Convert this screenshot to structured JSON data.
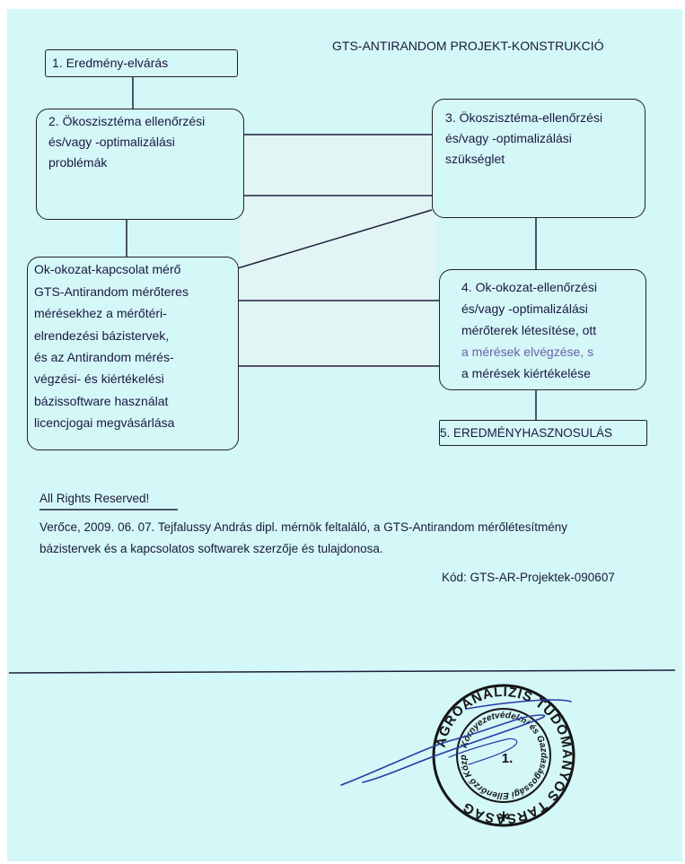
{
  "header": {
    "title": "GTS-ANTIRANDOM PROJEKT-KONSTRUKCIÓ"
  },
  "diagram": {
    "box1": "1. Eredmény-elvárás",
    "box2": [
      "2. Ökoszisztéma ellenőrzési",
      "és/vagy -optimalizálási",
      "problémák"
    ],
    "box3": [
      "3. Ökoszisztéma-ellenőrzési",
      "és/vagy -optimalizálási",
      "szükséglet"
    ],
    "box_center": [
      "Ok-okozat-kapcsolat mérő",
      "GTS-Antirandom mérőteres",
      "mérésekhez a mérőtéri-",
      "elrendezési bázistervek,",
      "és az Antirandom mérés-",
      "végzési- és kiértékelési",
      "bázissoftware használat",
      "licencjogai megvásárlása"
    ],
    "box4": [
      "4. Ok-okozat-ellenőrzési",
      "és/vagy -optimalizálási",
      "mérőterek létesítése, ott",
      "a mérések elvégzése,  s",
      "a mérések kiértékelése"
    ],
    "box5": "5. EREDMÉNYHASZNOSULÁS"
  },
  "footer": {
    "rights": "All Rights Reserved!",
    "author_line1": "Verőce, 2009. 06. 07.  Tejfalussy András dipl. mérnök feltaláló, a GTS-Antirandom mérőlétesítmény",
    "author_line2": "bázistervek és a kapcsolatos softwarek szerzője és tulajdonosa.",
    "code": "Kód: GTS-AR-Projektek-090607"
  },
  "stamp": {
    "outer_text": "AGROANALÍZIS TUDOMÁNYOS TÁRSASÁG",
    "inner_text": "Környezetvédelmi és Gazdaságossági Ellenőrző Központja",
    "number": "1.",
    "star": "*"
  },
  "colors": {
    "paper": "#d4f7f7",
    "ink": "#1a1840",
    "stamp_ink": "#141414",
    "signature_ink": "#2a3aa8"
  }
}
